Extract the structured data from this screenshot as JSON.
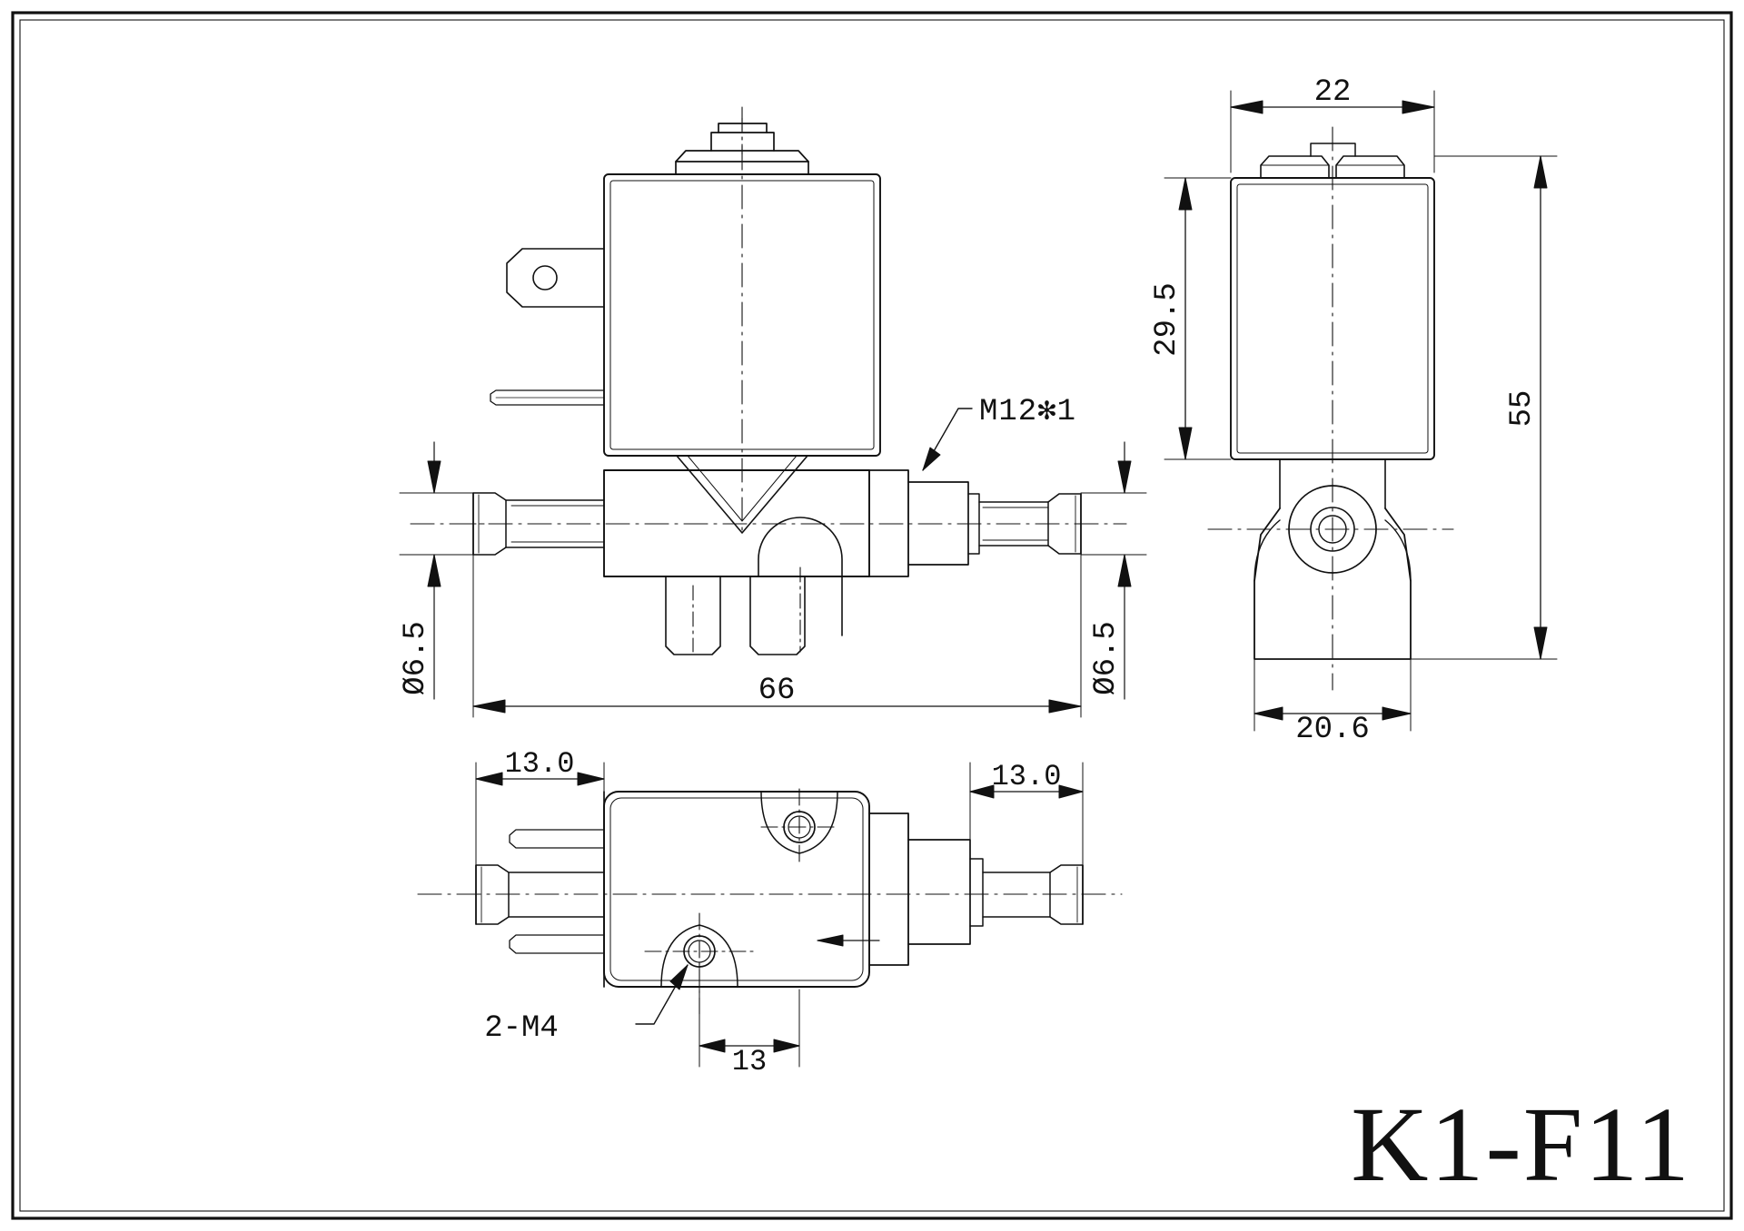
{
  "drawing": {
    "title": "K1-F11",
    "sheet_border": true,
    "background": "#ffffff",
    "line_color": "#111111",
    "views": [
      {
        "name": "front-view",
        "label": ""
      },
      {
        "name": "side-view",
        "label": ""
      },
      {
        "name": "bottom-view",
        "label": ""
      }
    ]
  },
  "dimensions": {
    "front": {
      "port_left_diameter": "Ø6.5",
      "port_right_diameter": "Ø6.5",
      "overall_length": "66",
      "thread_callout": "M12✻1"
    },
    "side": {
      "coil_width": "22",
      "coil_height": "29.5",
      "overall_height": "55",
      "base_width": "20.6"
    },
    "bottom": {
      "left_offset": "13.0",
      "right_offset": "13.0",
      "hole_spacing": "13",
      "mounting_holes": "2-M4"
    }
  },
  "colors": {
    "ink": "#111111",
    "paper": "#ffffff",
    "thin": "#1a1a1a"
  }
}
